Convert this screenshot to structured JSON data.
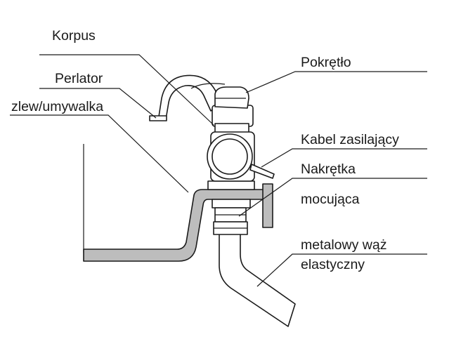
{
  "labels": {
    "korpus": "Korpus",
    "perlator": "Perlator",
    "zlew": "zlew/umywalka",
    "pokretlo": "Pokrętło",
    "kabel": "Kabel zasilający",
    "nakretka_line1": "Nakrętka",
    "nakretka_line2": "mocująca",
    "waz_line1": "metalowy wąż",
    "waz_line2": "elastyczny"
  },
  "colors": {
    "ink": "#1a1a1a",
    "sink_fill": "#bdbdbd",
    "background": "#ffffff"
  }
}
